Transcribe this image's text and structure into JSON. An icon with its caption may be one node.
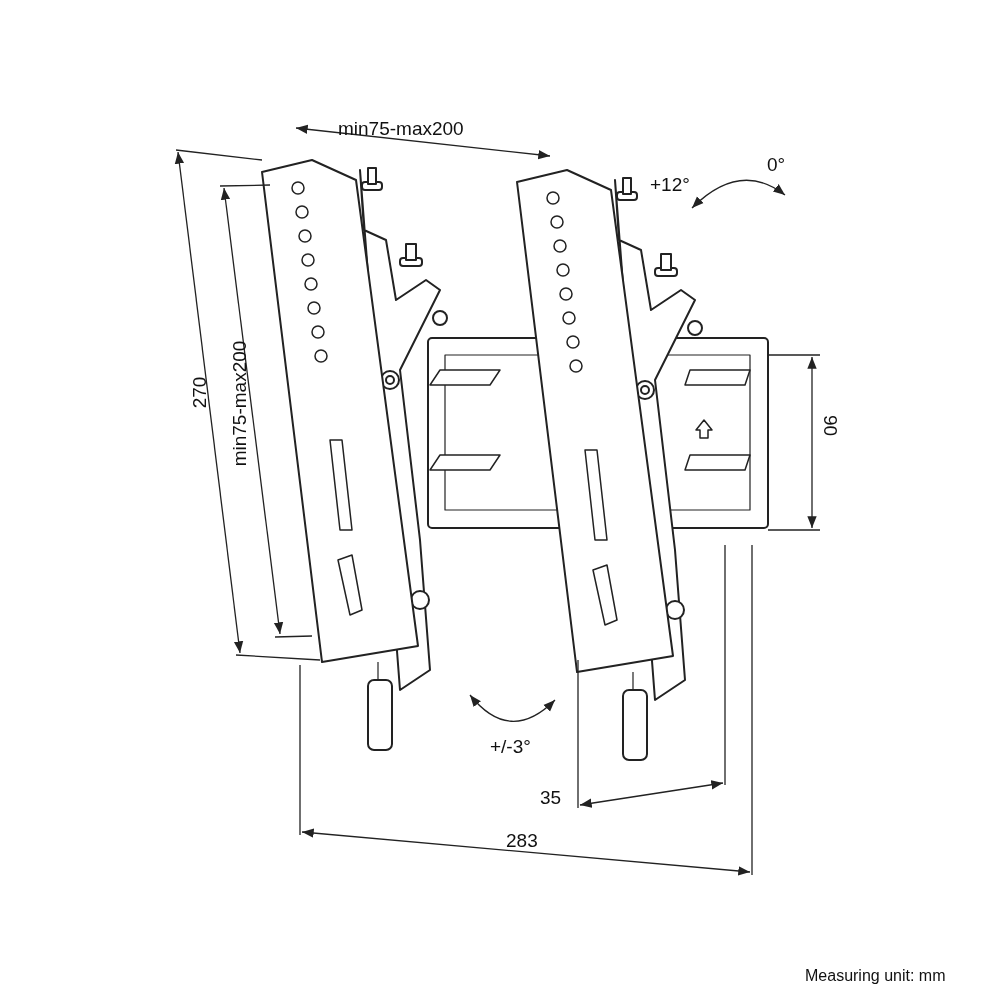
{
  "diagram": {
    "labels": [
      "min75-max200",
      "+12°",
      "0°",
      "270",
      "min75-max200",
      "90",
      "+/-3°",
      "35",
      "283",
      "Measuring unit: mm"
    ]
  }
}
